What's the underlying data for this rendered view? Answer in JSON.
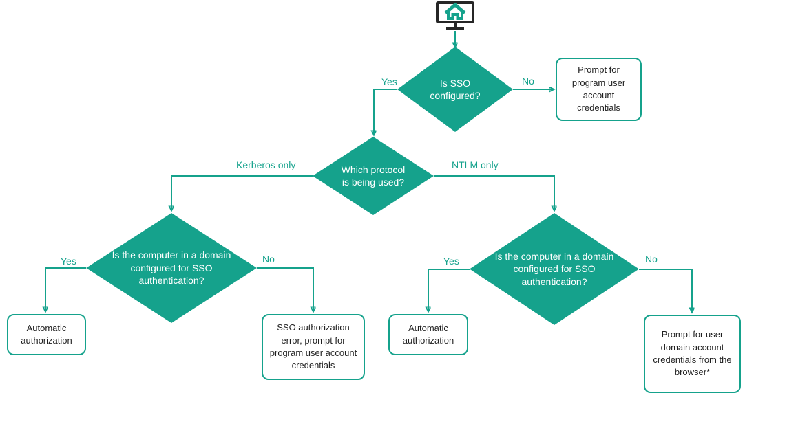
{
  "meta": {
    "type": "flowchart",
    "topic": "SSO authentication flow"
  },
  "colors": {
    "accent_teal": "#15a28c",
    "diamond_fill": "#15a28c",
    "diamond_text": "#ffffff",
    "box_border": "#15a28c",
    "box_text": "#1f1f1f",
    "edge_label_text": "#15a28c",
    "monitor_outline": "#262626",
    "background": "#ffffff"
  },
  "icons": {
    "start": "monitor-home-icon"
  },
  "decisions": {
    "is_sso_configured": {
      "text": "Is SSO configured?"
    },
    "which_protocol": {
      "text": "Which protocol is being used?"
    },
    "kerberos_domain_sso": {
      "text": "Is the computer in a domain configured for SSO authentication?"
    },
    "ntlm_domain_sso": {
      "text": "Is the computer in a domain configured for SSO authentication?"
    }
  },
  "outcomes": {
    "prompt_program_credentials": {
      "text": "Prompt for program user account credentials"
    },
    "automatic_authorization_kerberos": {
      "text": "Automatic authorization"
    },
    "sso_error_prompt_program": {
      "text": "SSO authorization error, prompt for program user account credentials"
    },
    "automatic_authorization_ntlm": {
      "text": "Automatic authorization"
    },
    "prompt_user_domain_credentials": {
      "text": "Prompt for user domain account credentials from the browser*"
    }
  },
  "edge_labels": {
    "sso_yes": "Yes",
    "sso_no": "No",
    "protocol_kerberos": "Kerberos only",
    "protocol_ntlm": "NTLM only",
    "kerberos_yes": "Yes",
    "kerberos_no": "No",
    "ntlm_yes": "Yes",
    "ntlm_no": "No"
  }
}
